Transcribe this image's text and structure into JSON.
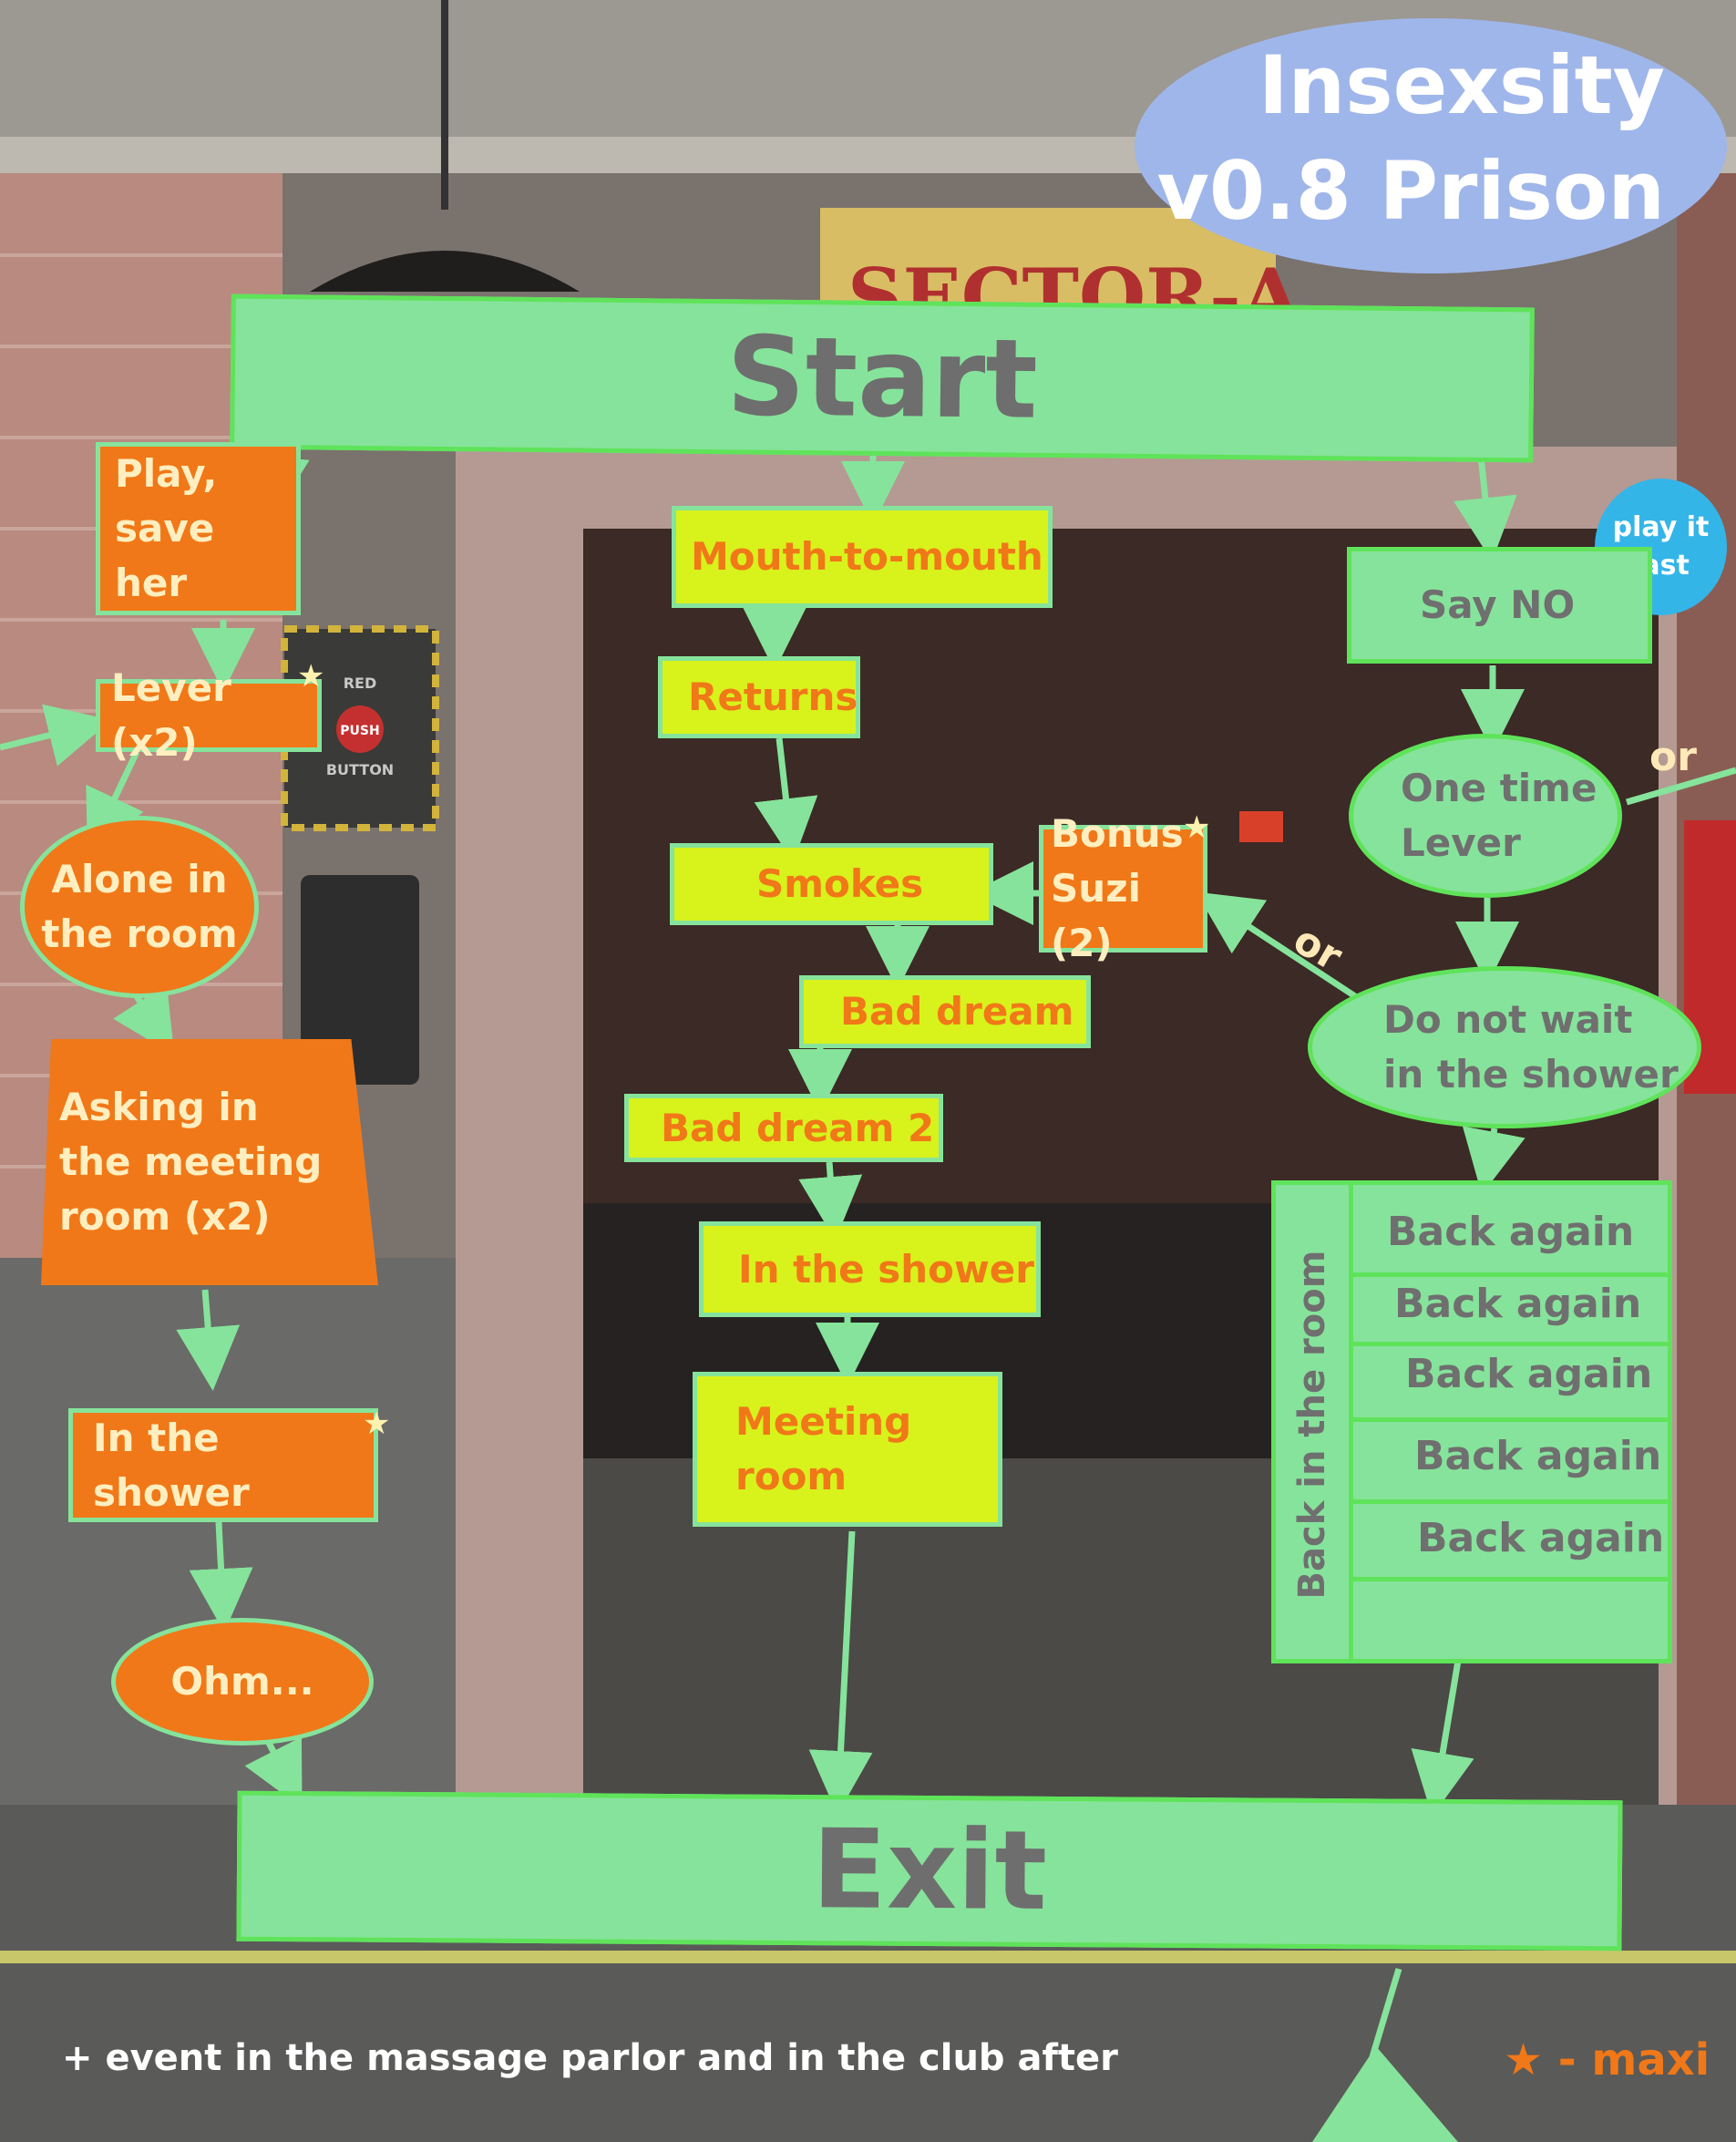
{
  "title": {
    "line1": "Insexsity",
    "line2": "v0.8 Prison"
  },
  "background": {
    "sign_text": "SECTOR-A",
    "panel": [
      "RED",
      "PUSH",
      "BUTTON"
    ]
  },
  "start": "Start",
  "exit": "Exit",
  "play_it_last": "play it\nlast",
  "left_branch": {
    "play_save_her": "Play,\nsave her",
    "lever": "Lever (x2)",
    "alone": "Alone in\nthe room",
    "asking": "Asking in\nthe meeting\nroom (x2)",
    "shower": "In the shower",
    "ohm": "Ohm..."
  },
  "middle_branch": {
    "mouth": "Mouth-to-mouth",
    "returns": "Returns",
    "smokes": "Smokes",
    "bonus": "Bonus\nSuzi (2)",
    "bad_dream": "Bad dream",
    "bad_dream_2": "Bad dream 2",
    "shower": "In the shower",
    "meeting": "Meeting\nroom"
  },
  "right_branch": {
    "say_no": "Say NO",
    "one_time": "One time\nLever",
    "do_not_wait": "Do not wait\nin the shower",
    "back_in_room": "Back in the room",
    "back_again": [
      "Back again",
      "Back again",
      "Back again",
      "Back again",
      "Back again"
    ],
    "or_upper": "or",
    "or_lower": "or"
  },
  "star_symbol": "★",
  "footer_note": "+ event in the massage parlor and in the club after",
  "legend": "★ - maxi",
  "colors": {
    "green": "#86e39b",
    "orange": "#f07818",
    "lime": "#d8f21c",
    "title_bg": "#9fb6ea",
    "play_last_bg": "#34b5e8"
  }
}
